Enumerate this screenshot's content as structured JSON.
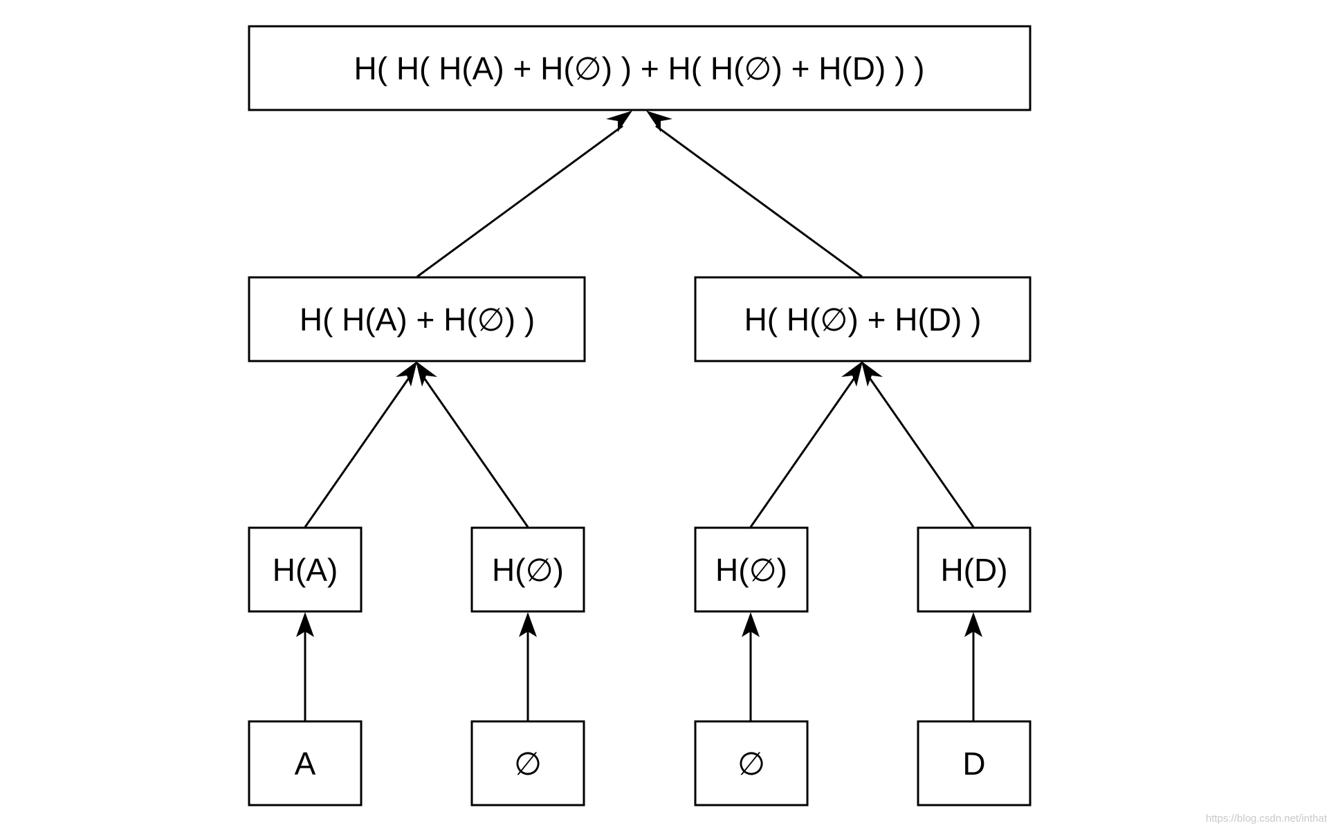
{
  "diagram": {
    "nodes": {
      "root": {
        "label": "H( H( H(A) + H(∅) ) + H( H(∅) + H(D) ) )"
      },
      "mid_left": {
        "label": "H( H(A) + H(∅) )"
      },
      "mid_right": {
        "label": "H( H(∅) + H(D) )"
      },
      "hash_a": {
        "label": "H(A)"
      },
      "hash_empty_1": {
        "label": "H(∅)"
      },
      "hash_empty_2": {
        "label": "H(∅)"
      },
      "hash_d": {
        "label": "H(D)"
      },
      "leaf_a": {
        "label": "A"
      },
      "leaf_empty_1": {
        "label": "∅"
      },
      "leaf_empty_2": {
        "label": "∅"
      },
      "leaf_d": {
        "label": "D"
      }
    },
    "edges": [
      {
        "from": "leaf_a",
        "to": "hash_a"
      },
      {
        "from": "leaf_empty_1",
        "to": "hash_empty_1"
      },
      {
        "from": "leaf_empty_2",
        "to": "hash_empty_2"
      },
      {
        "from": "leaf_d",
        "to": "hash_d"
      },
      {
        "from": "hash_a",
        "to": "mid_left"
      },
      {
        "from": "hash_empty_1",
        "to": "mid_left"
      },
      {
        "from": "hash_empty_2",
        "to": "mid_right"
      },
      {
        "from": "hash_d",
        "to": "mid_right"
      },
      {
        "from": "mid_left",
        "to": "root"
      },
      {
        "from": "mid_right",
        "to": "root"
      }
    ]
  },
  "watermark": "https://blog.csdn.net/inthat"
}
